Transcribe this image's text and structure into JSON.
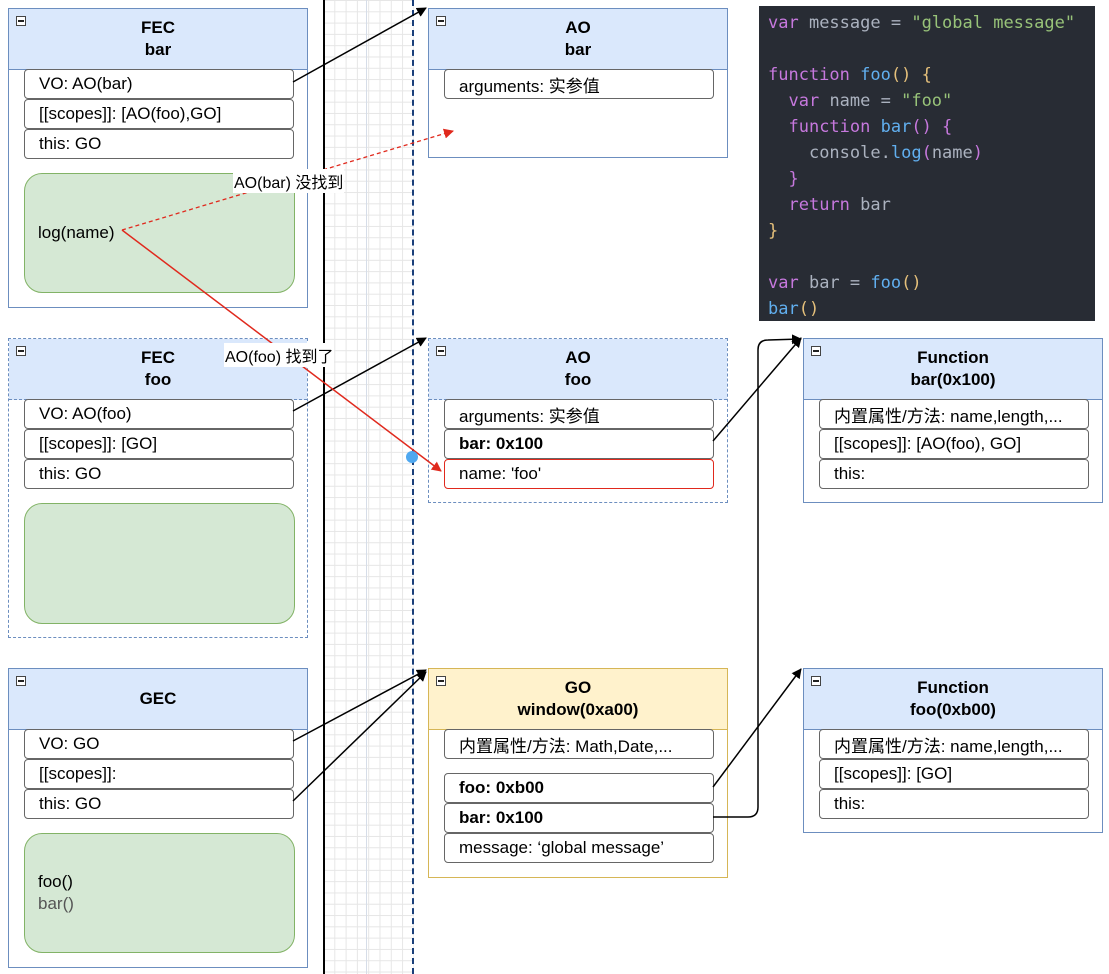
{
  "fec_bar": {
    "title": "FEC",
    "subtitle": "bar",
    "rows": [
      "VO: AO(bar)",
      "[[scopes]]: [AO(foo),GO]",
      "this: GO"
    ],
    "code": "log(name)"
  },
  "fec_foo": {
    "title": "FEC",
    "subtitle": "foo",
    "rows": [
      "VO: AO(foo)",
      "[[scopes]]: [GO]",
      "this: GO"
    ]
  },
  "gec": {
    "title": "GEC",
    "rows": [
      "VO: GO",
      "[[scopes]]:",
      "this: GO"
    ],
    "code_lines": [
      "foo()",
      "bar()"
    ]
  },
  "ao_bar": {
    "title": "AO",
    "subtitle": "bar",
    "rows": [
      "arguments: 实参值"
    ]
  },
  "ao_foo": {
    "title": "AO",
    "subtitle": "foo",
    "rows": [
      "arguments: 实参值",
      "bar: 0x100",
      "name: 'foo'"
    ]
  },
  "go": {
    "title": "GO",
    "subtitle": "window(0xa00)",
    "rows": [
      "内置属性/方法: Math,Date,...",
      "foo: 0xb00",
      "bar: 0x100",
      "message: ‘global message’"
    ]
  },
  "func_bar": {
    "title": "Function",
    "subtitle": "bar(0x100)",
    "rows": [
      "内置属性/方法: name,length,...",
      "[[scopes]]: [AO(foo), GO]",
      "this:"
    ]
  },
  "func_foo": {
    "title": "Function",
    "subtitle": "foo(0xb00)",
    "rows": [
      "内置属性/方法: name,length,...",
      "[[scopes]]: [GO]",
      "this:"
    ]
  },
  "labels": {
    "not_found": "AO(bar) 没找到",
    "found": "AO(foo) 找到了"
  },
  "code_panel": {
    "lines": [
      [
        [
          "kw",
          "var"
        ],
        [
          "pl",
          " message "
        ],
        [
          "pl",
          "= "
        ],
        [
          "st",
          "\"global message\""
        ]
      ],
      [],
      [
        [
          "kw",
          "function"
        ],
        [
          "pl",
          " "
        ],
        [
          "fn",
          "foo"
        ],
        [
          "pn",
          "() {"
        ]
      ],
      [
        [
          "dot",
          "  "
        ],
        [
          "kw",
          "var"
        ],
        [
          "pl",
          " name = "
        ],
        [
          "st",
          "\"foo\""
        ]
      ],
      [
        [
          "dot",
          "  "
        ],
        [
          "kw",
          "function"
        ],
        [
          "pl",
          " "
        ],
        [
          "fn",
          "bar"
        ],
        [
          "kw",
          "() {"
        ]
      ],
      [
        [
          "dot",
          "    "
        ],
        [
          "pl",
          "console."
        ],
        [
          "fn",
          "log"
        ],
        [
          "kw",
          "("
        ],
        [
          "pl",
          "name"
        ],
        [
          "kw",
          ")"
        ]
      ],
      [
        [
          "dot",
          "  "
        ],
        [
          "kw",
          "}"
        ]
      ],
      [
        [
          "dot",
          "  "
        ],
        [
          "kw",
          "return"
        ],
        [
          "pl",
          " bar"
        ]
      ],
      [
        [
          "pn",
          "}"
        ]
      ],
      [],
      [
        [
          "kw",
          "var"
        ],
        [
          "pl",
          " bar = "
        ],
        [
          "fn",
          "foo"
        ],
        [
          "pn",
          "()"
        ]
      ],
      [
        [
          "fn",
          "bar"
        ],
        [
          "pn",
          "()"
        ]
      ]
    ]
  },
  "colors": {
    "header_blue": "#dae8fc",
    "header_yellow": "#fff2cc",
    "green_fill": "#d5e8d4",
    "red_arrow": "#e0291d",
    "code_bg": "#282c34"
  }
}
